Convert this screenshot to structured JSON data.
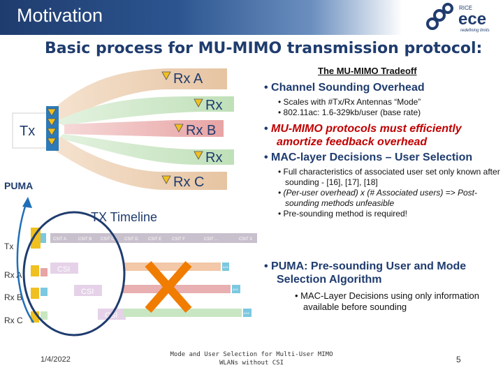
{
  "slide": {
    "title": "Motivation",
    "subtitle": "Basic process for MU-MIMO transmission protocol:",
    "logo": {
      "brand_top": "RICE",
      "brand_main": "ece",
      "tagline": "redefining limits"
    },
    "diagram": {
      "tx_label": "Tx",
      "rx_labels": [
        "Rx A",
        "Rx",
        "Rx B",
        "Rx",
        "Rx C"
      ],
      "puma_label": "PUMA",
      "timeline_title": "TX Timeline",
      "timeline_rows": [
        "Tx",
        "Rx A",
        "Rx B",
        "Rx C"
      ],
      "tx_slots": [
        "CSIT A",
        "CSIT B",
        "CSIT C",
        "CSIT D",
        "CSIT E",
        "CSIT F",
        "CSIT ...",
        "CSIT X"
      ],
      "csi_label": "CSI",
      "ack_label": "ACK"
    },
    "tradeoff_heading": "The MU-MIMO Tradeoff",
    "bullets": {
      "channel_sounding": "Channel Sounding Overhead",
      "scales": "Scales with #Tx/Rx Antennas “Mode”",
      "rate": "802.11ac: 1.6-329kb/user (base rate)",
      "mu_mimo": "MU-MIMO protocols must efficiently amortize feedback overhead",
      "mac_layer": "MAC-layer Decisions – User Selection",
      "full_char": "Full characteristics of associated user set only known after sounding - [16], [17], [18]",
      "per_user": "(Per-user overhead) x (# Associated users) => Post-sounding methods unfeasible",
      "pre_sounding": "Pre-sounding method is required!",
      "puma_head": "PUMA: Pre-sounding User and Mode Selection Algorithm",
      "mac_only": "MAC-Layer Decisions using only information available before sounding"
    },
    "footer": {
      "date": "1/4/2022",
      "title_line1": "Mode and User Selection for Multi-User MIMO",
      "title_line2": "WLANs without CSI",
      "page": "5"
    },
    "colors": {
      "navy": "#1f3c6e",
      "accent_red": "#c00000",
      "beam_orange": "#e8c8a8",
      "beam_green": "#c8e6c2",
      "beam_red": "#ecb0b0",
      "cross_orange": "#f07c00"
    }
  }
}
